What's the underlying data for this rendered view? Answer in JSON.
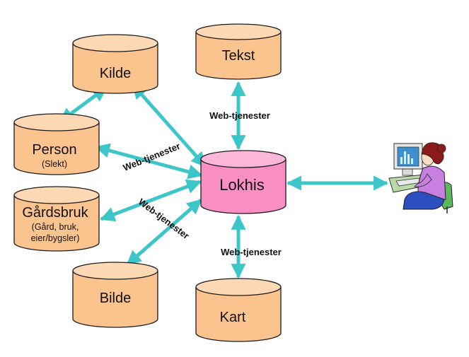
{
  "diagram": {
    "central_node": {
      "id": "lokhis",
      "label": "Lokhis",
      "color": "#f98fc4"
    },
    "nodes": [
      {
        "id": "kilde",
        "label": "Kilde",
        "sub": []
      },
      {
        "id": "tekst",
        "label": "Tekst",
        "sub": []
      },
      {
        "id": "person",
        "label": "Person",
        "sub": [
          "(Slekt)"
        ]
      },
      {
        "id": "gardsbruk",
        "label": "Gårdsbruk",
        "sub": [
          "(Gård, bruk,",
          "eier/bygsler)"
        ]
      },
      {
        "id": "bilde",
        "label": "Bilde",
        "sub": []
      },
      {
        "id": "kart",
        "label": "Kart",
        "sub": []
      }
    ],
    "user": {
      "id": "user",
      "icon": "user-at-computer-icon"
    },
    "connections": [
      {
        "from": "kilde",
        "to": "person",
        "style": "bidirectional"
      },
      {
        "from": "kilde",
        "to": "lokhis",
        "style": "bidirectional"
      },
      {
        "from": "tekst",
        "to": "lokhis",
        "style": "bidirectional"
      },
      {
        "from": "person",
        "to": "lokhis",
        "style": "bidirectional"
      },
      {
        "from": "gardsbruk",
        "to": "lokhis",
        "style": "bidirectional"
      },
      {
        "from": "bilde",
        "to": "lokhis",
        "style": "bidirectional"
      },
      {
        "from": "kart",
        "to": "lokhis",
        "style": "bidirectional"
      },
      {
        "from": "lokhis",
        "to": "user",
        "style": "bidirectional"
      }
    ],
    "connection_labels": {
      "tekst_lokhis": "Web-tjenester",
      "person_lokhis": "Web-tjenester",
      "gardsbruk_lokhis": "Web-tjenester",
      "kart_lokhis": "Web-tjenester"
    },
    "colors": {
      "node_fill": "#fbc48f",
      "node_top": "#fcd8b4",
      "central_fill": "#f98fc4",
      "central_top": "#fbb6da",
      "arrow": "#3cc6c9"
    }
  }
}
